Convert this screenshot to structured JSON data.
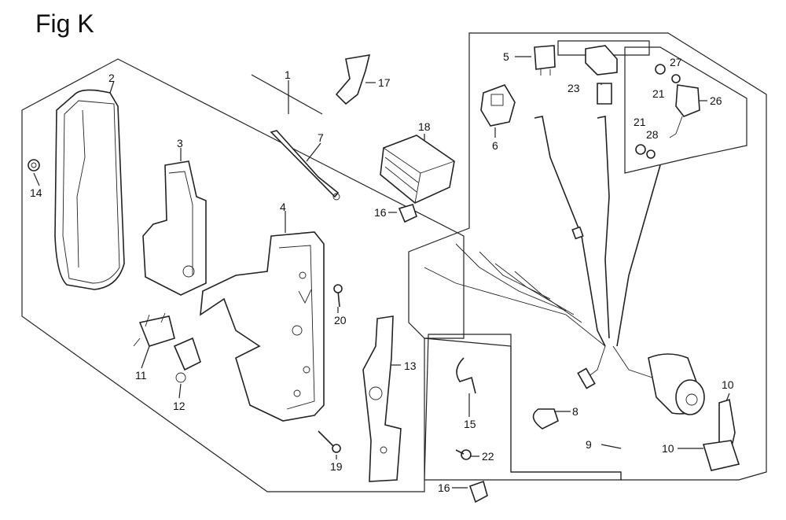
{
  "figure": {
    "title": "Fig K"
  },
  "callouts": {
    "c1": "1",
    "c2": "2",
    "c3": "3",
    "c4": "4",
    "c5": "5",
    "c6": "6",
    "c7": "7",
    "c8": "8",
    "c9": "9",
    "c10a": "10",
    "c10b": "10",
    "c11": "11",
    "c12": "12",
    "c13": "13",
    "c14": "14",
    "c15": "15",
    "c16a": "16",
    "c16b": "16",
    "c17": "17",
    "c18": "18",
    "c19": "19",
    "c20": "20",
    "c21a": "21",
    "c21b": "21",
    "c22": "22",
    "c23": "23",
    "c26": "26",
    "c27": "27",
    "c28": "28"
  }
}
